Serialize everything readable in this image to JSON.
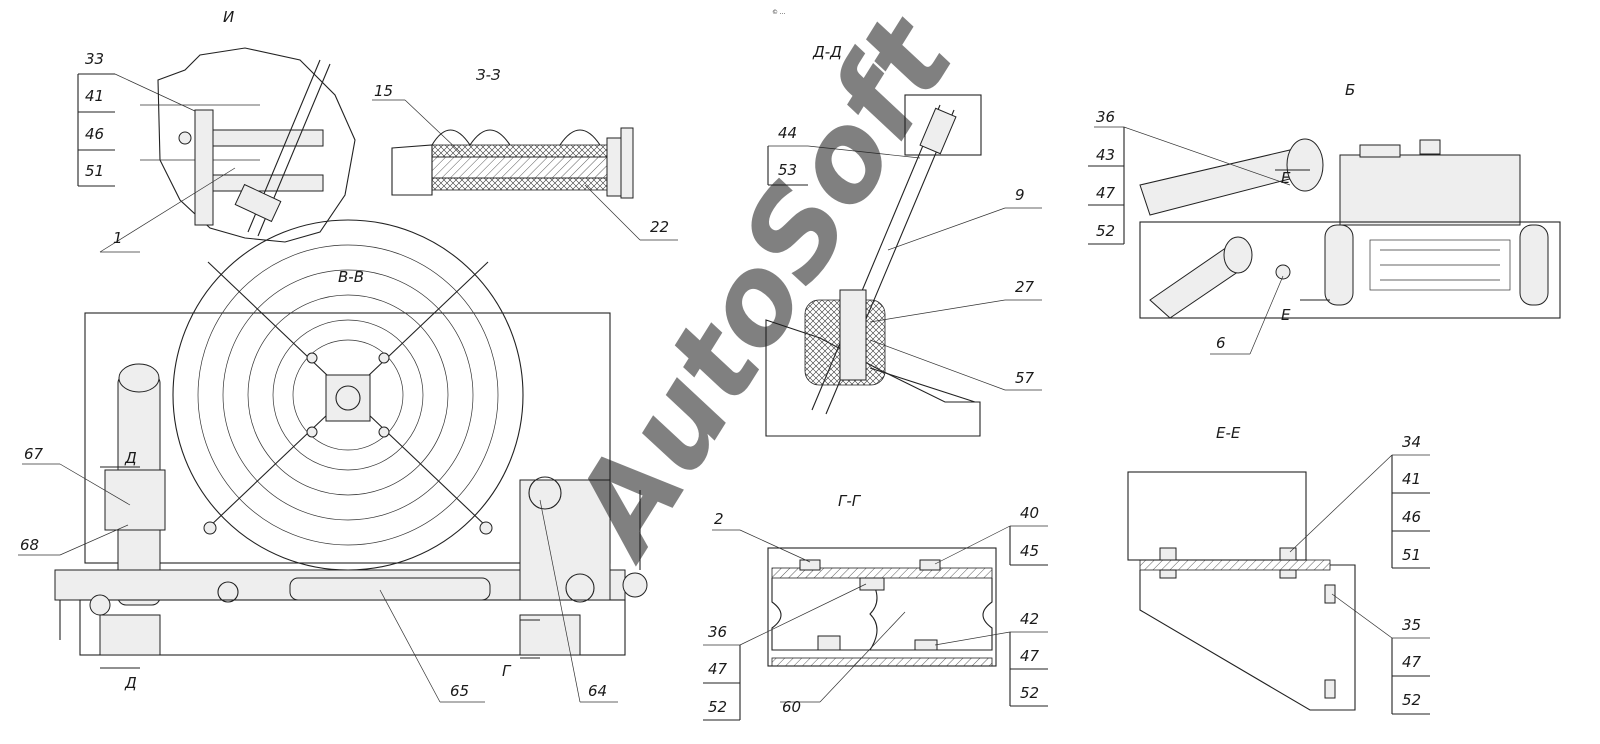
{
  "watermark": "AutoSoft",
  "watermark_note": "© ...",
  "views": {
    "I": {
      "title": "И",
      "callouts": [
        "33",
        "41",
        "46",
        "51"
      ],
      "labels": [
        "1"
      ]
    },
    "ZZ": {
      "title": "З-З",
      "labels": [
        "15",
        "22"
      ]
    },
    "DD": {
      "title": "Д-Д",
      "callouts": [
        "44",
        "53"
      ],
      "labels": [
        "9",
        "27",
        "57"
      ]
    },
    "B": {
      "title": "Б",
      "callouts": [
        "36",
        "43",
        "47",
        "52"
      ],
      "labels": [
        "6"
      ],
      "markers": [
        "Е",
        "Е"
      ]
    },
    "VV": {
      "title": "В-В",
      "labels": [
        "67",
        "68",
        "65",
        "64"
      ],
      "markers": [
        "Д",
        "Д",
        "Г"
      ]
    },
    "GG": {
      "title": "Г-Г",
      "labels": [
        "2",
        "60"
      ],
      "callouts_left": [
        "36",
        "47",
        "52"
      ],
      "callouts_right_top": [
        "40",
        "45"
      ],
      "callouts_right_bottom": [
        "42",
        "47",
        "52"
      ]
    },
    "EE": {
      "title": "Е-Е",
      "callouts_top": [
        "34",
        "41",
        "46",
        "51"
      ],
      "callouts_bottom": [
        "35",
        "47",
        "52"
      ]
    }
  }
}
